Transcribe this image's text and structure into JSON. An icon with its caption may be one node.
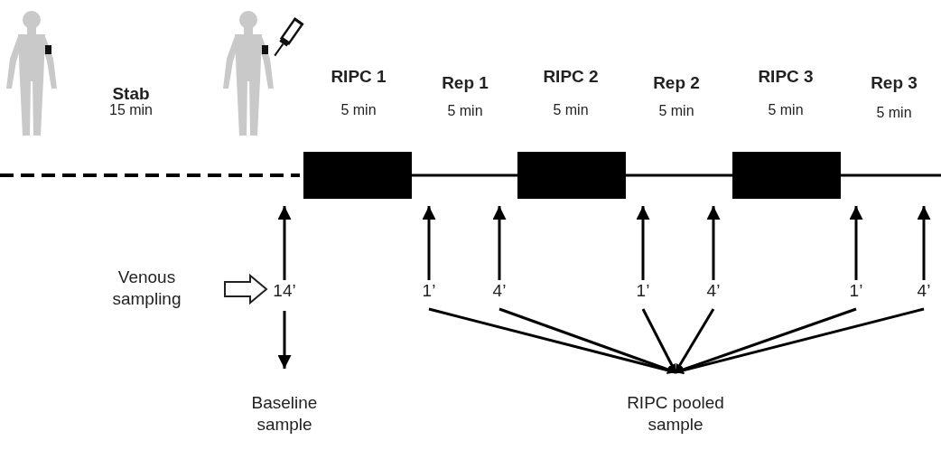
{
  "diagram": {
    "nodes": [
      {
        "text": [
          "Venous sampling"
        ]
      },
      {
        "text": [
          "14’"
        ]
      },
      {
        "text": [
          "1’"
        ]
      },
      {
        "text": [
          "4’"
        ]
      },
      {
        "text": [
          "1’"
        ]
      },
      {
        "text": [
          "4’"
        ]
      },
      {
        "text": [
          "1’"
        ]
      },
      {
        "text": [
          "4’"
        ]
      },
      {
        "text": [
          "Baseline sample"
        ]
      },
      {
        "text": [
          "RIPC pooled sample"
        ]
      }
    ],
    "edges": [
      {
        "from": 0,
        "to": 1,
        "arrow": "to"
      },
      {
        "from": 1,
        "to": null,
        "arrow": "to"
      },
      {
        "from": 2,
        "to": null,
        "arrow": "to"
      },
      {
        "from": 3,
        "to": null,
        "arrow": "to"
      },
      {
        "from": 4,
        "to": null,
        "arrow": "to"
      },
      {
        "from": 5,
        "to": null,
        "arrow": "to"
      },
      {
        "from": 6,
        "to": null,
        "arrow": "to"
      },
      {
        "from": 7,
        "to": null,
        "arrow": "to"
      },
      {
        "from": 1,
        "to": 8,
        "arrow": "to"
      },
      {
        "from": 2,
        "to": 9,
        "arrow": "to"
      },
      {
        "from": 3,
        "to": 9,
        "arrow": "to"
      },
      {
        "from": 4,
        "to": 9,
        "arrow": "to"
      },
      {
        "from": 5,
        "to": 9,
        "arrow": "to"
      },
      {
        "from": 6,
        "to": 9,
        "arrow": "to"
      },
      {
        "from": 7,
        "to": 9,
        "arrow": "to"
      }
    ],
    "labels": [
      "Stab",
      "15 min",
      "RIPC 1",
      "5 min",
      "Rep 1",
      "5 min",
      "RIPC 2",
      "5 min",
      "Rep 2",
      "5 min",
      "RIPC 3",
      "5 min",
      "Rep 3",
      "5 min"
    ]
  }
}
